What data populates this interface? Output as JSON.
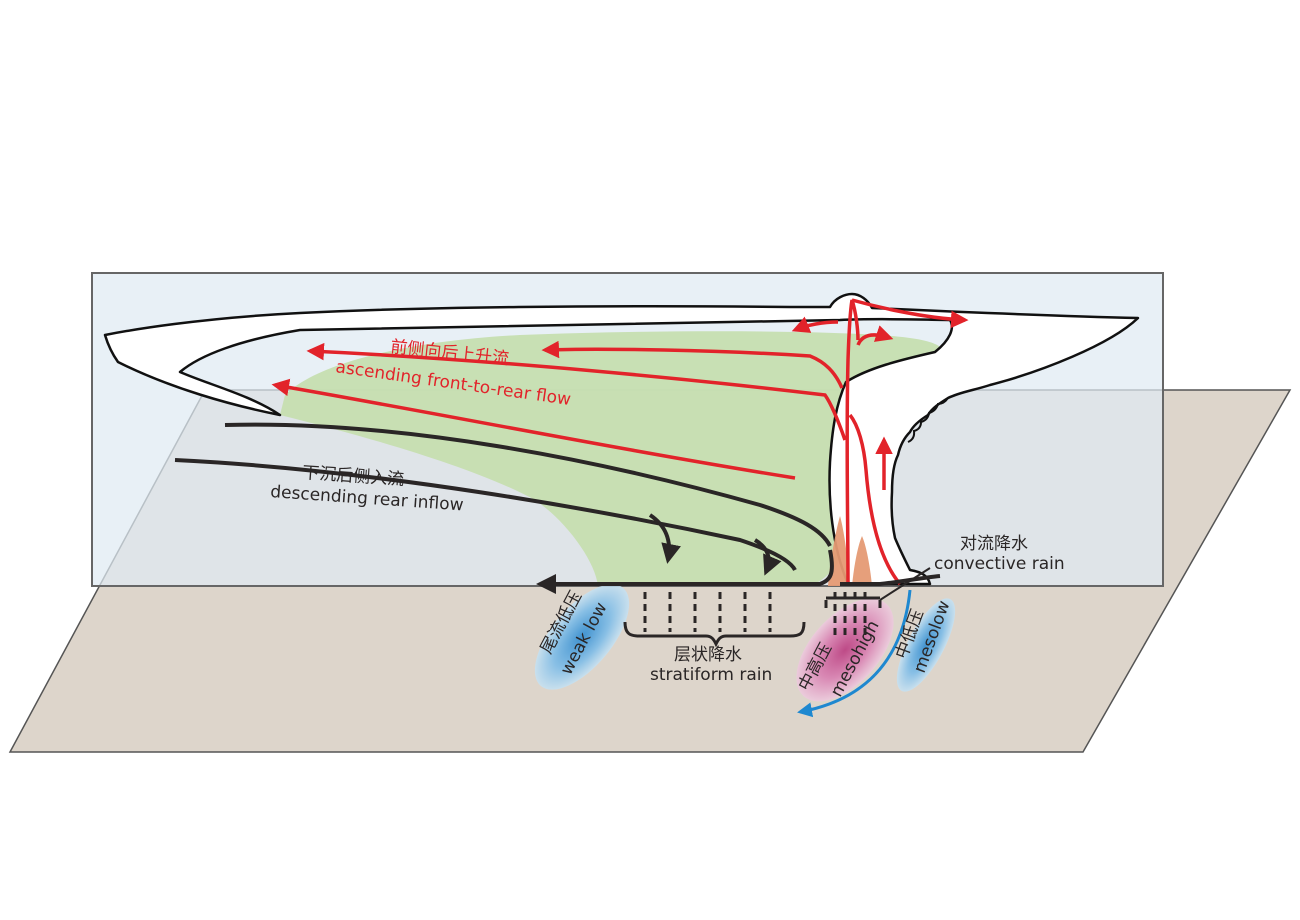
{
  "labels": {
    "ascending_cn": "前侧向后上升流",
    "ascending_en": "ascending front-to-rear flow",
    "descending_cn": "下沉后侧入流",
    "descending_en": "descending rear inflow",
    "convective_cn": "对流降水",
    "convective_en": "convective rain",
    "stratiform_cn": "层状降水",
    "stratiform_en": "stratiform rain",
    "weaklow_cn": "尾流低压",
    "weaklow_en": "weak low",
    "mesohigh_cn": "中高压",
    "mesohigh_en": "mesohigh",
    "mesolow_cn": "中低压",
    "mesolow_en": "mesolow"
  },
  "colors": {
    "ground": "#ddd5cb",
    "vertical_plane": "#dfeaf2",
    "stratiform_region": "#c6deb0",
    "ascending_flow": "#e2232a",
    "descending_flow": "#2a2626",
    "convective_cell": "#e59a74",
    "mesohigh": "#c43e86",
    "low_pressure": "#3f9bd9"
  }
}
